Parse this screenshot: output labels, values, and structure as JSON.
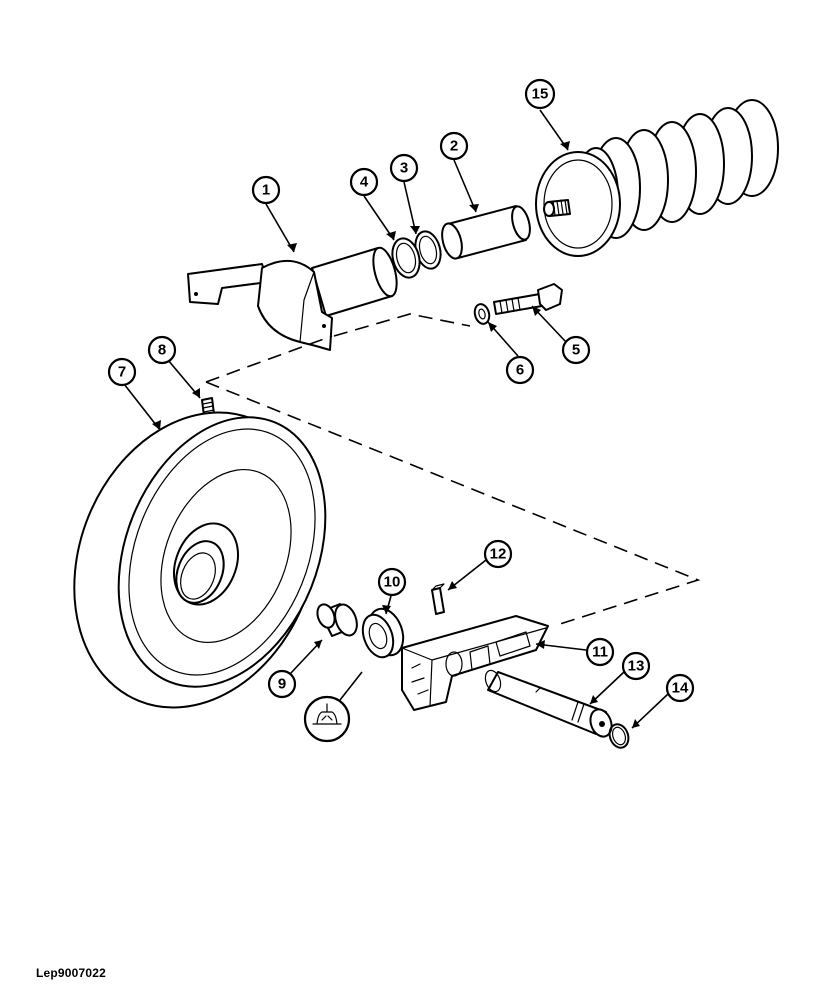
{
  "diagram": {
    "reference_code": "Lep9007022",
    "callouts": {
      "c1": "1",
      "c2": "2",
      "c3": "3",
      "c4": "4",
      "c5": "5",
      "c6": "6",
      "c7": "7",
      "c8": "8",
      "c9": "9",
      "c10": "10",
      "c11": "11",
      "c12": "12",
      "c13": "13",
      "c14": "14",
      "c15": "15"
    },
    "symbols": {
      "sealant_symbol": "sealant-symbol-icon"
    }
  }
}
